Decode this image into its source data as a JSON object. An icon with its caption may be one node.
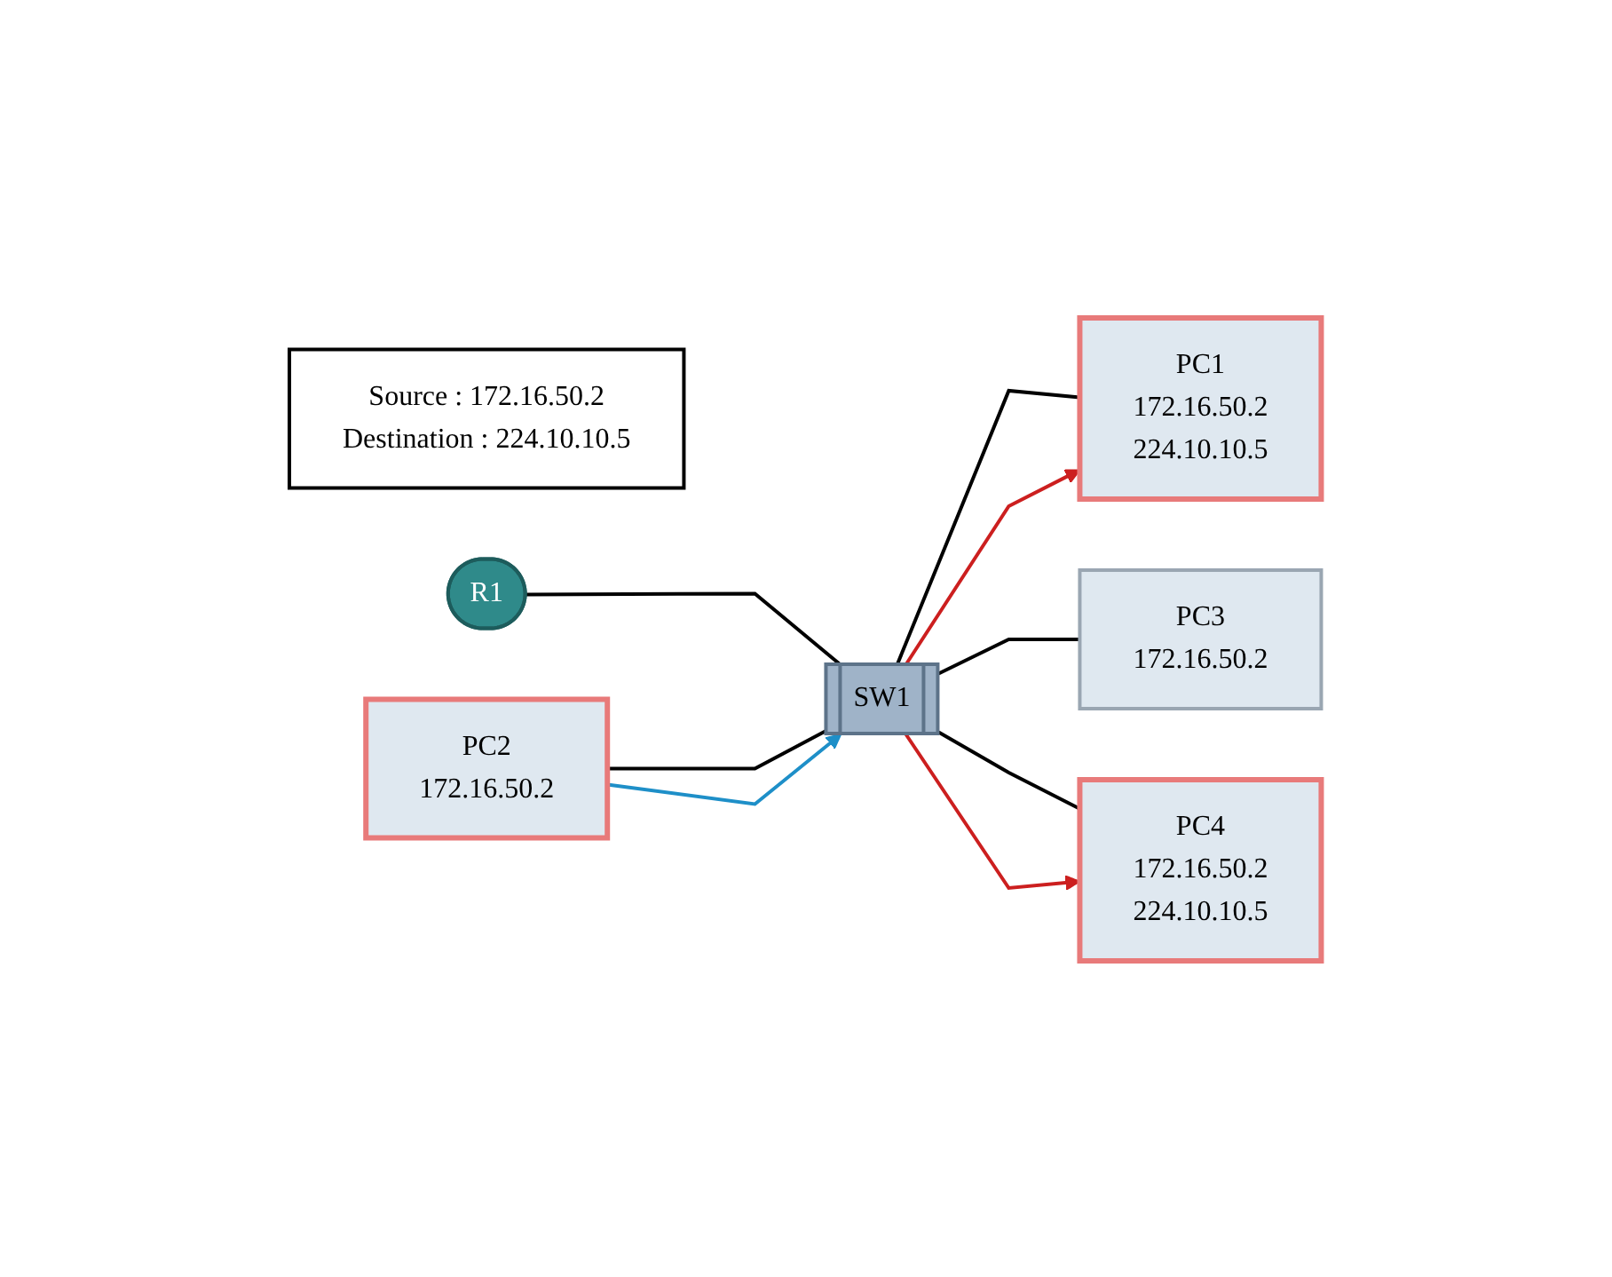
{
  "diagram": {
    "nodes": [
      {
        "text": [
          "Source : 172.16.50.2",
          "Destination : 224.10.10.5"
        ]
      },
      {
        "text": [
          "R1"
        ]
      },
      {
        "text": [
          "PC2",
          "172.16.50.2"
        ]
      },
      {
        "text": [
          "SW1"
        ]
      },
      {
        "text": [
          "PC1",
          "172.16.50.2",
          "224.10.10.5"
        ]
      },
      {
        "text": [
          "PC3",
          "172.16.50.2"
        ]
      },
      {
        "text": [
          "PC4",
          "172.16.50.2",
          "224.10.10.5"
        ]
      }
    ],
    "edges": [
      {
        "from": 1,
        "to": 3,
        "arrow": "none"
      },
      {
        "from": 2,
        "to": 3,
        "arrow": "none"
      },
      {
        "from": 3,
        "to": 4,
        "arrow": "none"
      },
      {
        "from": 3,
        "to": 5,
        "arrow": "none"
      },
      {
        "from": 3,
        "to": 6,
        "arrow": "none"
      },
      {
        "from": 2,
        "to": 3,
        "arrow": "to",
        "color": "#1e8fc8"
      },
      {
        "from": 3,
        "to": 4,
        "arrow": "to",
        "color": "#cc1f1f"
      },
      {
        "from": 3,
        "to": 6,
        "arrow": "to",
        "color": "#cc1f1f"
      }
    ]
  }
}
